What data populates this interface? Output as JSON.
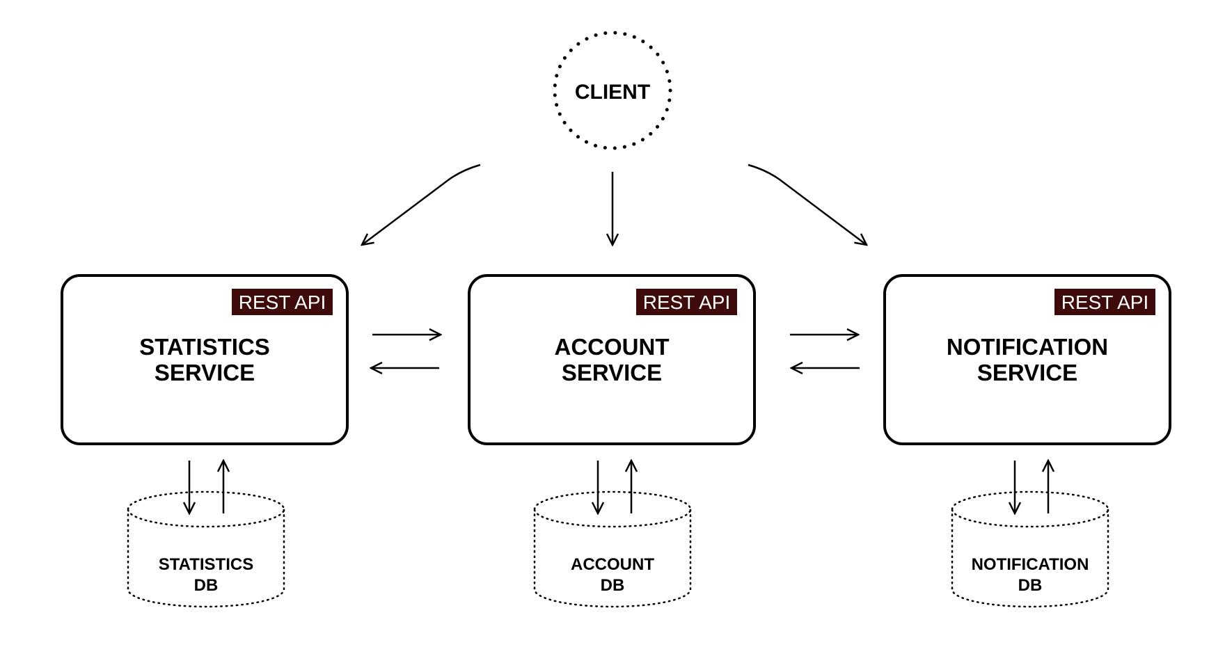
{
  "client": {
    "label": "CLIENT"
  },
  "api_badge": "REST API",
  "services": [
    {
      "id": "statistics",
      "line1": "STATISTICS",
      "line2": "SERVICE",
      "badge": "REST API"
    },
    {
      "id": "account",
      "line1": "ACCOUNT",
      "line2": "SERVICE",
      "badge": "REST API"
    },
    {
      "id": "notification",
      "line1": "NOTIFICATION",
      "line2": "SERVICE",
      "badge": "REST API"
    }
  ],
  "databases": [
    {
      "id": "statistics-db",
      "line1": "STATISTICS",
      "line2": "DB"
    },
    {
      "id": "account-db",
      "line1": "ACCOUNT",
      "line2": "DB"
    },
    {
      "id": "notification-db",
      "line1": "NOTIFICATION",
      "line2": "DB"
    }
  ],
  "colors": {
    "api_badge_bg": "#3f0a0a",
    "api_badge_text": "#ffffff",
    "stroke": "#000000",
    "background": "#ffffff"
  }
}
